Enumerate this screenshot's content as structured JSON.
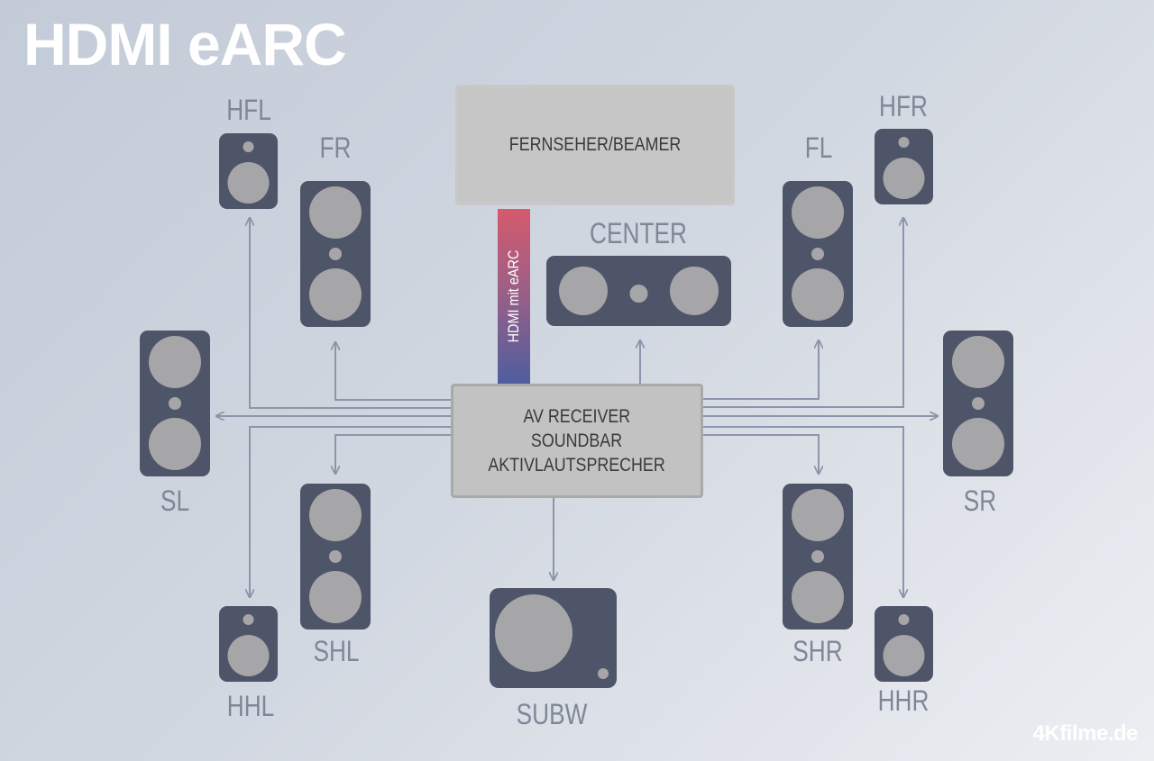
{
  "title": "HDMI eARC",
  "tv_label": "FERNSEHER/BEAMER",
  "receiver_lines": [
    "AV RECEIVER",
    "SOUNDBAR",
    "AKTIVLAUTSPRECHER"
  ],
  "cable_label": "HDMI mit eARC",
  "speakers": {
    "HFL": "HFL",
    "FR": "FR",
    "CENTER": "CENTER",
    "FL": "FL",
    "HFR": "HFR",
    "SL": "SL",
    "SR": "SR",
    "SHL": "SHL",
    "SHR": "SHR",
    "HHL": "HHL",
    "HHR": "HHR",
    "SUBW": "SUBW"
  },
  "logo": "4Kfilme.de",
  "colors": {
    "speaker": "#4f5569",
    "driver": "#a6a6a8",
    "line": "#8d95aa",
    "label": "#7f8797",
    "cable_top": "#d55a6c",
    "cable_bottom": "#4f5e9f"
  }
}
